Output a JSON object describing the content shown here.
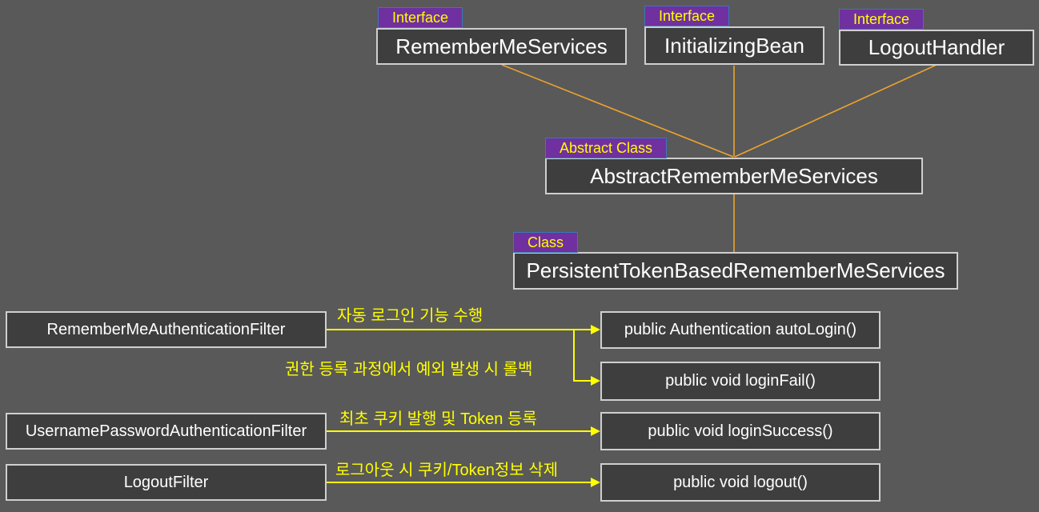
{
  "colors": {
    "background": "#595959",
    "box_fill": "#3E3E3E",
    "box_border": "#CFCFCF",
    "box_text": "#FFFFFF",
    "badge_fill": "#7030A0",
    "badge_border": "#3C78B4",
    "badge_text": "#FFFF00",
    "inheritance_line": "#EDA42C",
    "arrow_line": "#FFFF00"
  },
  "badges": {
    "interface": "Interface",
    "abstract_class": "Abstract Class",
    "class": "Class"
  },
  "nodes": {
    "remember_me_services": "RememberMeServices",
    "initializing_bean": "InitializingBean",
    "logout_handler": "LogoutHandler",
    "abstract_remember_me_services": "AbstractRememberMeServices",
    "persistent_token_based_remember_me_services": "PersistentTokenBasedRememberMeServices",
    "remember_me_authentication_filter": "RememberMeAuthenticationFilter",
    "username_password_authentication_filter": "UsernamePasswordAuthenticationFilter",
    "logout_filter": "LogoutFilter",
    "method_auto_login": "public Authentication autoLogin()",
    "method_login_fail": "public void loginFail()",
    "method_login_success": "public void loginSuccess()",
    "method_logout": "public void logout()"
  },
  "arrows": {
    "auto_login": {
      "from": "RememberMeAuthenticationFilter",
      "to": "public Authentication autoLogin()",
      "label": "자동 로그인 기능 수행"
    },
    "login_fail": {
      "from": "RememberMeAuthenticationFilter",
      "to": "public void loginFail()",
      "label": "권한 등록 과정에서 예외 발생 시 롤백"
    },
    "login_success": {
      "from": "UsernamePasswordAuthenticationFilter",
      "to": "public void loginSuccess()",
      "label": "최초 쿠키 발행 및 Token 등록"
    },
    "logout": {
      "from": "LogoutFilter",
      "to": "public void logout()",
      "label": "로그아웃 시 쿠키/Token정보 삭제"
    }
  },
  "inheritance": {
    "implements": [
      {
        "child": "AbstractRememberMeServices",
        "parent": "RememberMeServices"
      },
      {
        "child": "AbstractRememberMeServices",
        "parent": "InitializingBean"
      },
      {
        "child": "AbstractRememberMeServices",
        "parent": "LogoutHandler"
      }
    ],
    "extends": [
      {
        "child": "PersistentTokenBasedRememberMeServices",
        "parent": "AbstractRememberMeServices"
      }
    ]
  }
}
